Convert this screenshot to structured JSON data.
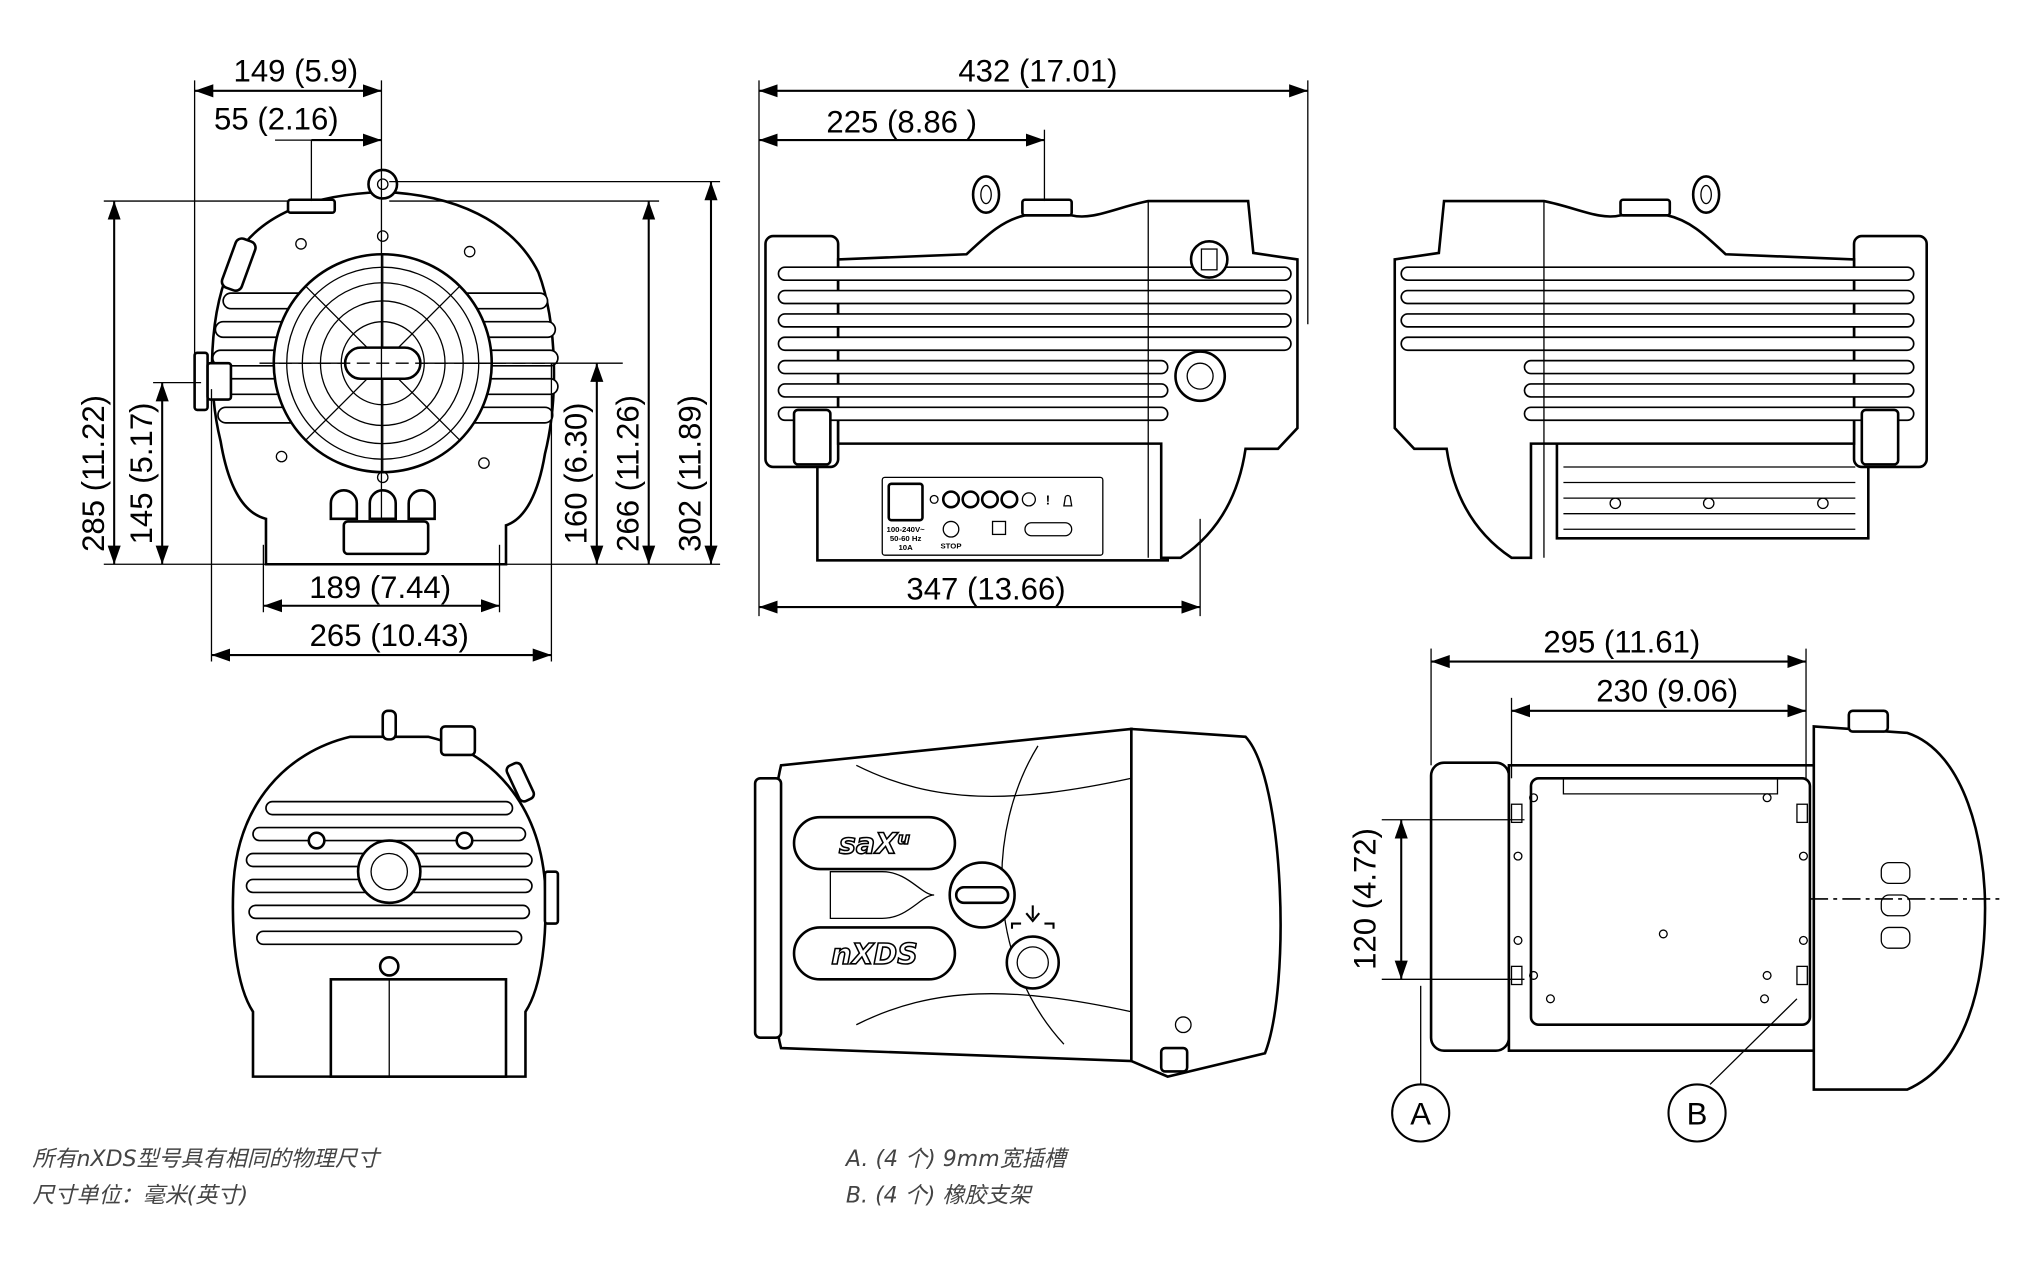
{
  "front_view": {
    "dims": {
      "width_149": "149 (5.9)",
      "offset_55": "55 (2.16)",
      "height_285": "285 (11.22)",
      "height_145": "145 (5.17)",
      "height_160": "160 (6.30)",
      "height_266": "266 (11.26)",
      "height_302": "302 (11.89)",
      "width_189": "189 (7.44)",
      "width_265": "265 (10.43)"
    }
  },
  "side_view": {
    "dims": {
      "length_432": "432 (17.01)",
      "length_225": "225 (8.86 )",
      "length_347": "347 (13.66)"
    },
    "control_panel": {
      "power_rating_line1": "100-240V~",
      "power_rating_line2": "50-60 Hz",
      "power_rating_line3": "10A",
      "stop_label": "STOP"
    }
  },
  "top_view": {
    "logo_upper": "saXᵘ",
    "logo_lower": "nXDS"
  },
  "underside_view": {
    "dims": {
      "length_295": "295 (11.61)",
      "length_230": "230 (9.06)",
      "width_120": "120 (4.72)"
    },
    "callouts": [
      "A",
      "B"
    ]
  },
  "notes": {
    "left": [
      "所有nXDS型号具有相同的物理尺寸",
      "尺寸单位：毫米(英寸)"
    ],
    "right": [
      "A. (4 个) 9mm宽插槽",
      "B. (4 个) 橡胶支架"
    ]
  }
}
